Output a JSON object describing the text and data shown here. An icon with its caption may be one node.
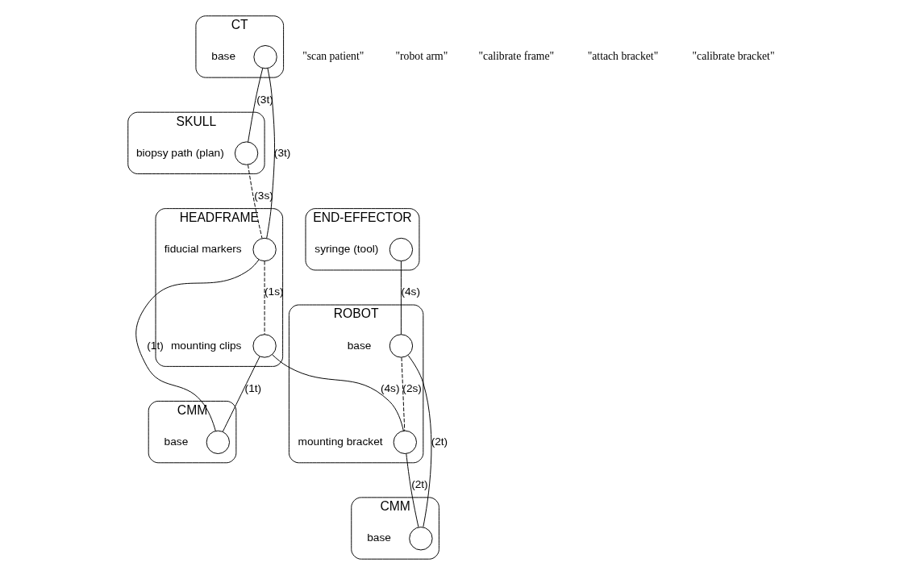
{
  "diagram": {
    "nodes": [
      {
        "text": [
          "CT"
        ]
      },
      {
        "text": [],
        "shape": "circle",
        "beside": [
          "base"
        ],
        "in": 0
      },
      {
        "text": [
          "SKULL"
        ]
      },
      {
        "text": [],
        "shape": "circle",
        "beside": [
          "biopsy path (plan)"
        ],
        "in": 2
      },
      {
        "text": [
          "END-EFFECTOR"
        ]
      },
      {
        "text": [],
        "shape": "circle",
        "beside": [
          "syringe (tool)"
        ],
        "in": 4
      },
      {
        "text": [
          "HEADFRAME"
        ]
      },
      {
        "text": [],
        "shape": "circle",
        "beside": [
          "fiducial markers"
        ],
        "in": 6
      },
      {
        "text": [],
        "shape": "circle",
        "beside": [
          "mounting clips"
        ],
        "in": 6
      },
      {
        "text": [
          "CMM"
        ]
      },
      {
        "text": [],
        "shape": "circle",
        "beside": [
          "base"
        ],
        "in": 9
      },
      {
        "text": [
          "ROBOT"
        ]
      },
      {
        "text": [],
        "shape": "circle",
        "beside": [
          "base"
        ],
        "in": 11
      },
      {
        "text": [],
        "shape": "circle",
        "beside": [
          "mounting bracket"
        ],
        "in": 11
      },
      {
        "text": [
          "CMM"
        ]
      },
      {
        "text": [],
        "shape": "circle",
        "beside": [
          "base"
        ],
        "in": 14
      }
    ],
    "edges": [
      {
        "from": 1,
        "to": 3,
        "arrow": "none",
        "label": "(3t)"
      },
      {
        "from": 1,
        "to": 7,
        "arrow": "none",
        "label": "(3t)"
      },
      {
        "from": 3,
        "to": 7,
        "arrow": "none",
        "label": "(3s)",
        "style": "dashed"
      },
      {
        "from": 7,
        "to": 8,
        "arrow": "none",
        "label": "(1s)",
        "style": "dashed"
      },
      {
        "from": 7,
        "to": 10,
        "arrow": "none",
        "label": "(1t)"
      },
      {
        "from": 8,
        "to": 10,
        "arrow": "none",
        "label": "(1t)"
      },
      {
        "from": 8,
        "to": 13,
        "arrow": "none",
        "label": "(4s)"
      },
      {
        "from": 5,
        "to": 12,
        "arrow": "none",
        "label": "(4s)"
      },
      {
        "from": 12,
        "to": 13,
        "arrow": "none",
        "label": "(2s)",
        "style": "dashed"
      },
      {
        "from": 12,
        "to": 15,
        "arrow": "none",
        "label": "(2t)"
      },
      {
        "from": 13,
        "to": 15,
        "arrow": "none",
        "label": "(2t)"
      }
    ],
    "labels": [
      "\"scan patient\"",
      "\"robot arm\"",
      "\"calibrate frame\"",
      "\"attach bracket\"",
      "\"calibrate bracket\""
    ]
  }
}
